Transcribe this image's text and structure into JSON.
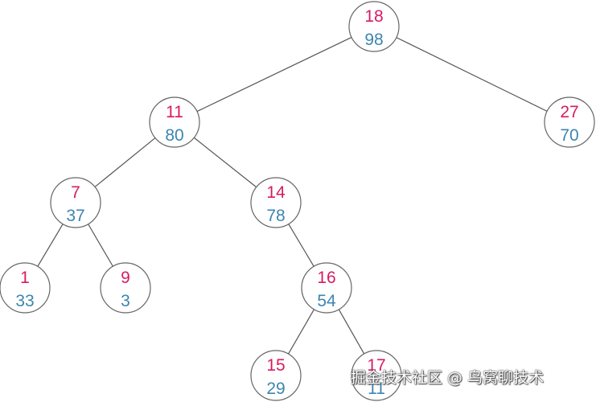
{
  "colors": {
    "key": "#d81b60",
    "priority": "#3d85b0"
  },
  "tree": {
    "nodes": [
      {
        "id": "n18",
        "key": "18",
        "priority": "98",
        "parent": null
      },
      {
        "id": "n11",
        "key": "11",
        "priority": "80",
        "parent": "n18"
      },
      {
        "id": "n27",
        "key": "27",
        "priority": "70",
        "parent": "n18"
      },
      {
        "id": "n7",
        "key": "7",
        "priority": "37",
        "parent": "n11"
      },
      {
        "id": "n14",
        "key": "14",
        "priority": "78",
        "parent": "n11"
      },
      {
        "id": "n1",
        "key": "1",
        "priority": "33",
        "parent": "n7"
      },
      {
        "id": "n9",
        "key": "9",
        "priority": "3",
        "parent": "n7"
      },
      {
        "id": "n16",
        "key": "16",
        "priority": "54",
        "parent": "n14"
      },
      {
        "id": "n15",
        "key": "15",
        "priority": "29",
        "parent": "n16"
      },
      {
        "id": "n17",
        "key": "17",
        "priority": "11",
        "parent": "n16"
      }
    ]
  },
  "watermark": {
    "text": "掘金技术社区 @ 鸟窝聊技术"
  }
}
